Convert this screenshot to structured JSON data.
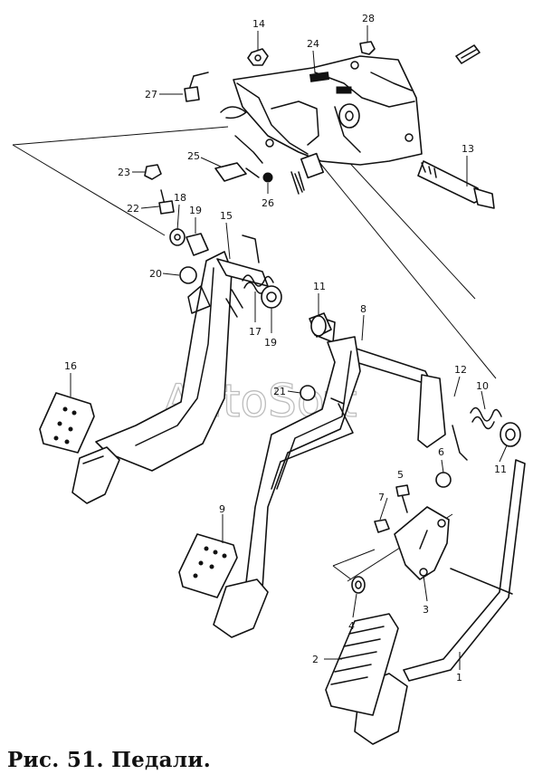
{
  "caption": "Рис. 51. Педали.",
  "watermark": "AutoSoft",
  "parts": [
    {
      "id": "p1",
      "label": "1"
    },
    {
      "id": "p2",
      "label": "2"
    },
    {
      "id": "p3",
      "label": "3"
    },
    {
      "id": "p4",
      "label": "4"
    },
    {
      "id": "p5",
      "label": "5"
    },
    {
      "id": "p6",
      "label": "6"
    },
    {
      "id": "p7",
      "label": "7"
    },
    {
      "id": "p8",
      "label": "8"
    },
    {
      "id": "p9",
      "label": "9"
    },
    {
      "id": "p10",
      "label": "10"
    },
    {
      "id": "p11a",
      "label": "11"
    },
    {
      "id": "p11b",
      "label": "11"
    },
    {
      "id": "p12",
      "label": "12"
    },
    {
      "id": "p13",
      "label": "13"
    },
    {
      "id": "p14",
      "label": "14"
    },
    {
      "id": "p15",
      "label": "15"
    },
    {
      "id": "p16",
      "label": "16"
    },
    {
      "id": "p17",
      "label": "17"
    },
    {
      "id": "p18",
      "label": "18"
    },
    {
      "id": "p19a",
      "label": "19"
    },
    {
      "id": "p19b",
      "label": "19"
    },
    {
      "id": "p20",
      "label": "20"
    },
    {
      "id": "p21",
      "label": "21"
    },
    {
      "id": "p22",
      "label": "22"
    },
    {
      "id": "p23",
      "label": "23"
    },
    {
      "id": "p24",
      "label": "24"
    },
    {
      "id": "p25",
      "label": "25"
    },
    {
      "id": "p26",
      "label": "26"
    },
    {
      "id": "p27",
      "label": "27"
    },
    {
      "id": "p28",
      "label": "28"
    }
  ]
}
